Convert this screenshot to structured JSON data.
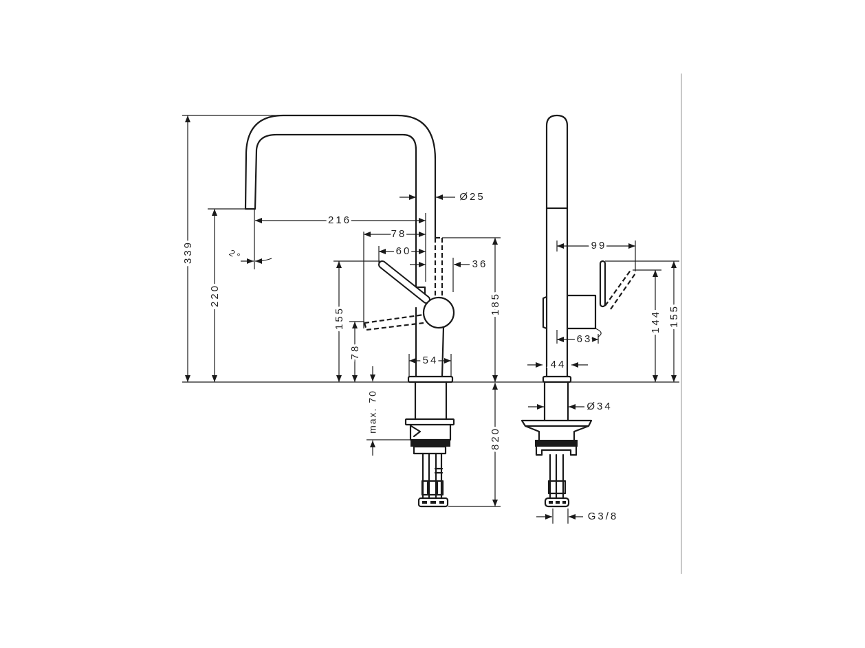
{
  "drawing": {
    "front_view": {
      "total_height": "339",
      "spout_outlet_height": "220",
      "spout_reach": "216",
      "spout_angle": "2°",
      "spout_diameter": "Ø25",
      "lever_reach_max": "78",
      "lever_reach": "60",
      "lever_offset": "36",
      "lever_height_up": "155",
      "lever_height_down": "78",
      "body_width": "54",
      "max_deck_thickness": "max. 70",
      "body_height": "185",
      "hose_length": "820"
    },
    "side_view": {
      "lever_projection": "99",
      "housing_depth": "63",
      "base_diameter": "44",
      "shank_diameter": "Ø34",
      "connection_thread": "G3/8",
      "lever_height": "144",
      "lever_height_total": "155"
    },
    "colors": {
      "line": "#1a1a1a",
      "frame": "#c8c8c8"
    }
  }
}
